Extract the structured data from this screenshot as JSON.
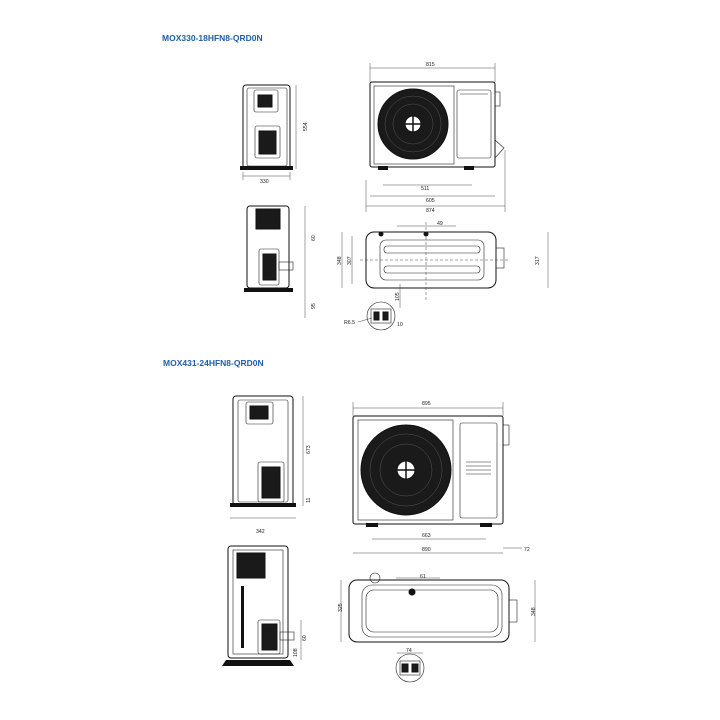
{
  "colors": {
    "title": "#1f5fa8",
    "ink": "#111111",
    "background": "#ffffff"
  },
  "models": [
    {
      "name": "MOX330-18HFN8-QRD0N",
      "dimensions": {
        "side_depth": "330",
        "side_height": "554",
        "front_width": "815",
        "front_bolt_spacing": "511",
        "front_base": "605",
        "front_total": "874",
        "rear_top_offset": "60",
        "rear_bottom_offset": "95",
        "top_hole_offset": "49",
        "top_depth_a": "348",
        "top_depth_b": "307",
        "top_depth_c": "317",
        "top_hole_y": "105",
        "detail_slot": "R6.5",
        "detail_dim": "10"
      }
    },
    {
      "name": "MOX431-24HFN8-QRD0N",
      "dimensions": {
        "side_depth": "342",
        "side_height": "673",
        "side_foot": "11",
        "front_width": "895",
        "front_bolt_spacing": "663",
        "front_base": "890",
        "front_offset": "72",
        "rear_offset_a": "60",
        "rear_offset_b": "108",
        "top_hole_offset": "61",
        "top_depth_a": "325",
        "top_depth_b": "348",
        "detail_dim": "74"
      }
    }
  ],
  "icons": [
    "fan-grille-icon",
    "fan-hub-icon",
    "valve-port-icon",
    "mounting-slot-icon"
  ]
}
